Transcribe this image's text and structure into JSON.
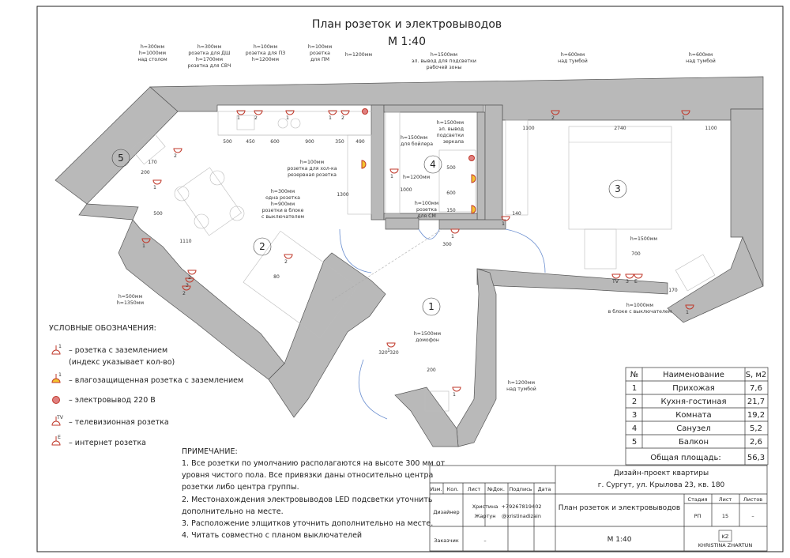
{
  "title": {
    "main": "План розеток и электровыводов",
    "scale": "М 1:40"
  },
  "callouts": [
    {
      "id": "c1",
      "lines": [
        "h=300мм",
        "h=1000мм",
        "над столом"
      ]
    },
    {
      "id": "c2",
      "lines": [
        "h=300мм",
        "розетка для ДШ",
        "h=1700мм",
        "розетка для СВЧ"
      ]
    },
    {
      "id": "c3",
      "lines": [
        "h=100мм",
        "розетка для ПЗ",
        "h=1200мм"
      ]
    },
    {
      "id": "c4",
      "lines": [
        "h=100мм",
        "розетка",
        "для ПМ"
      ]
    },
    {
      "id": "c5",
      "lines": [
        "h=1200мм"
      ]
    },
    {
      "id": "c6",
      "lines": [
        "h=1500мм",
        "эл. вывод для подсветки",
        "рабочей зоны"
      ]
    },
    {
      "id": "c7",
      "lines": [
        "h=600мм",
        "над тумбой"
      ]
    },
    {
      "id": "c8",
      "lines": [
        "h=600мм",
        "над тумбой"
      ]
    },
    {
      "id": "c9",
      "lines": [
        "h=1500мм",
        "эл. вывод",
        "подсветки",
        "зеркала"
      ]
    },
    {
      "id": "c10",
      "lines": [
        "h=1500мм",
        "для бойлера"
      ]
    },
    {
      "id": "c11",
      "lines": [
        "h=1200мм"
      ]
    },
    {
      "id": "c12",
      "lines": [
        "h=100мм",
        "розетка для хол-ка",
        "резервная розетка"
      ]
    },
    {
      "id": "c13",
      "lines": [
        "h=300мм",
        "одна розетка",
        "h=900мм",
        "розетки в блоке",
        "с выключателем"
      ]
    },
    {
      "id": "c14",
      "lines": [
        "h=100мм",
        "розетка",
        "для СМ"
      ]
    },
    {
      "id": "c15",
      "lines": [
        "h=1500мм"
      ]
    },
    {
      "id": "c16",
      "lines": [
        "h=1000мм",
        "в блоке с выключателем"
      ]
    },
    {
      "id": "c17",
      "lines": [
        "h=500мм",
        "h=1350мм"
      ]
    },
    {
      "id": "c18",
      "lines": [
        "h=1500мм",
        "домофон"
      ]
    },
    {
      "id": "c19",
      "lines": [
        "h=1200мм",
        "над тумбой"
      ]
    }
  ],
  "dimensions": [
    "500",
    "450",
    "600",
    "900",
    "350",
    "490",
    "1100",
    "2740",
    "1100",
    "1300",
    "1000",
    "500",
    "600",
    "150",
    "140",
    "1110",
    "200",
    "170",
    "500",
    "300",
    "700",
    "170",
    "320",
    "320",
    "200",
    "80"
  ],
  "rooms": [
    "1",
    "2",
    "3",
    "4",
    "5"
  ],
  "legend": {
    "title": "УСЛОВНЫЕ ОБОЗНАЧЕНИЯ:",
    "items": [
      {
        "label": "– розетка с заземлением",
        "sub": "(индекс указывает кол-во)",
        "mark": "1"
      },
      {
        "label": "– влагозащищенная розетка с заземлением",
        "mark": "1"
      },
      {
        "label": "– электровывод 220 В"
      },
      {
        "label": "– телевизионная розетка",
        "mark": "TV"
      },
      {
        "label": "– интернет розетка",
        "mark": "E"
      }
    ]
  },
  "notes": {
    "title": "ПРИМЕЧАНИЕ:",
    "lines": [
      "1. Все розетки по умолчанию располагаются на высоте 300 мм от",
      "уровня чистого пола. Все привязки даны относительно центра",
      "розетки либо центра группы.",
      "2. Местонахождения электровыводов LED подсветки уточнить",
      "дополнительно на месте.",
      "3. Расположение элщитков уточнить дополнительно на месте.",
      "4. Читать совместно с планом выключателей"
    ]
  },
  "area_table": {
    "headers": [
      "№",
      "Наименование",
      "S, м2"
    ],
    "rows": [
      [
        "1",
        "Прихожая",
        "7,6"
      ],
      [
        "2",
        "Кухня-гостиная",
        "21,7"
      ],
      [
        "3",
        "Комната",
        "19,2"
      ],
      [
        "4",
        "Санузел",
        "5,2"
      ],
      [
        "5",
        "Балкон",
        "2,6"
      ]
    ],
    "total_label": "Общая площадь:",
    "total_value": "56,3"
  },
  "title_block": {
    "project_line1": "Дизайн-проект квартиры",
    "project_line2": "г. Сургут, ул. Крылова 23, кв. 180",
    "cols": [
      "Изм.",
      "Кол.",
      "Лист",
      "№Док.",
      "Подпись",
      "Дата"
    ],
    "designer_role": "Дизайнер",
    "designer_name1": "Христина",
    "designer_name2": "Жартун",
    "phone": "+79267819402",
    "insta": "@xristinadizain",
    "sheet_name": "План розеток и электровыводов",
    "stage_h": "Стадия",
    "sheet_h": "Лист",
    "sheets_h": "Листов",
    "stage": "РП",
    "sheet_no": "15",
    "sheets": "–",
    "customer_role": "Заказчик",
    "customer_name": "–",
    "scale": "М 1:40",
    "logo_mark": "KZ",
    "logo_text": "KHRISTINA ZHARTUN"
  }
}
